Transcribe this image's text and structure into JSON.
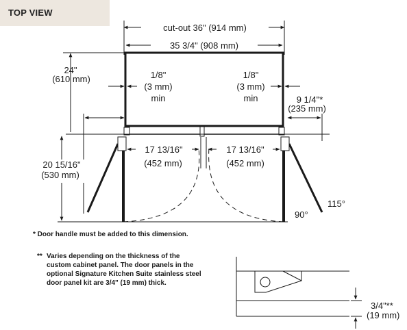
{
  "header": {
    "tab_label": "TOP VIEW"
  },
  "dimensions": {
    "cutout_width": "cut-out 36\" (914 mm)",
    "unit_width": "35 3/4\" (908 mm)",
    "depth_in": "24\"",
    "depth_mm": "(610 mm)",
    "gap_left": [
      "1/8\"",
      "(3 mm)",
      "min"
    ],
    "gap_right": [
      "1/8\"",
      "(3 mm)",
      "min"
    ],
    "side_clearance": [
      "9 1/4\"*",
      "(235 mm)"
    ],
    "door_left": [
      "17 13/16\"",
      "(452 mm)"
    ],
    "door_right": [
      "17 13/16\"",
      "(452 mm)"
    ],
    "door_swing_depth": [
      "20 15/16\"",
      "(530 mm)"
    ],
    "angle_90": "90°",
    "angle_115": "115°",
    "panel_thickness": [
      "3/4\"**",
      "(19 mm)"
    ]
  },
  "notes": {
    "note1": "* Door handle must be added to this dimension.",
    "note2_mark": "**",
    "note2": "Varies depending on the thickness of the custom cabinet panel. The door panels in the optional Signature Kitchen Suite stainless steel door panel kit are 3/4\" (19 mm) thick."
  }
}
